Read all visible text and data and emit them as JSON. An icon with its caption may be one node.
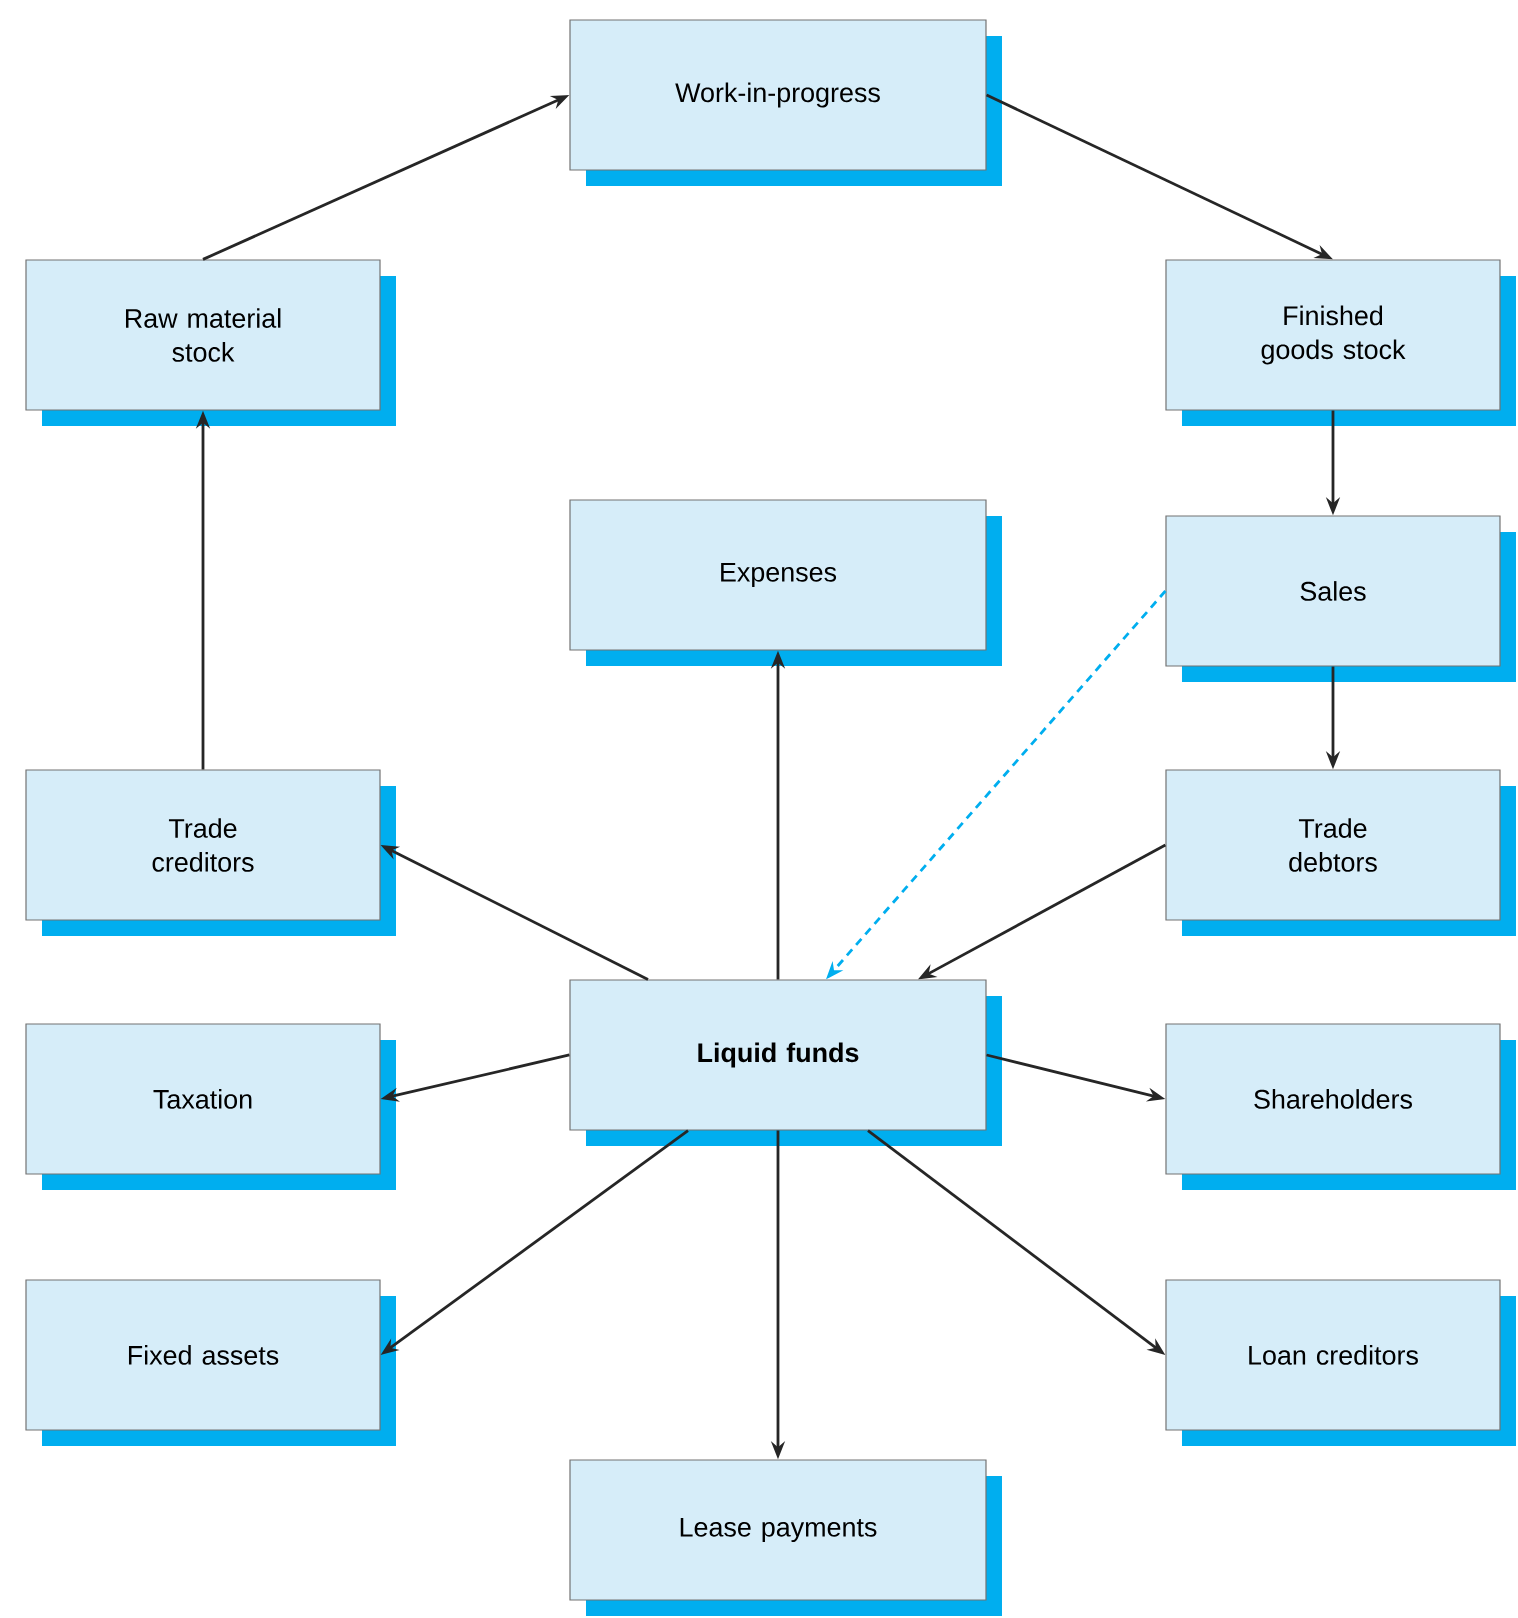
{
  "diagram": {
    "nodes": [
      {
        "text": [
          "Work-in-progress"
        ]
      },
      {
        "text": [
          "Raw material stock"
        ]
      },
      {
        "text": [
          "Finished goods stock"
        ]
      },
      {
        "text": [
          "Expenses"
        ]
      },
      {
        "text": [
          "Sales"
        ]
      },
      {
        "text": [
          "Trade creditors"
        ]
      },
      {
        "text": [
          "Trade debtors"
        ]
      },
      {
        "text": [
          "Liquid funds"
        ]
      },
      {
        "text": [
          "Taxation"
        ]
      },
      {
        "text": [
          "Shareholders"
        ]
      },
      {
        "text": [
          "Fixed assets"
        ]
      },
      {
        "text": [
          "Loan creditors"
        ]
      },
      {
        "text": [
          "Lease payments"
        ]
      }
    ],
    "edges": [
      {
        "from": 1,
        "to": 0,
        "arrow": "to"
      },
      {
        "from": 0,
        "to": 2,
        "arrow": "to"
      },
      {
        "from": 2,
        "to": 4,
        "arrow": "to"
      },
      {
        "from": 4,
        "to": 6,
        "arrow": "to"
      },
      {
        "from": 4,
        "to": 7,
        "arrow": "to",
        "style": "dashed",
        "color": "#00aeef"
      },
      {
        "from": 6,
        "to": 7,
        "arrow": "to"
      },
      {
        "from": 7,
        "to": 5,
        "arrow": "to"
      },
      {
        "from": 5,
        "to": 1,
        "arrow": "to"
      },
      {
        "from": 7,
        "to": 3,
        "arrow": "to"
      },
      {
        "from": 7,
        "to": 8,
        "arrow": "to"
      },
      {
        "from": 7,
        "to": 9,
        "arrow": "to"
      },
      {
        "from": 7,
        "to": 10,
        "arrow": "to"
      },
      {
        "from": 7,
        "to": 11,
        "arrow": "to"
      },
      {
        "from": 7,
        "to": 12,
        "arrow": "to"
      }
    ]
  }
}
